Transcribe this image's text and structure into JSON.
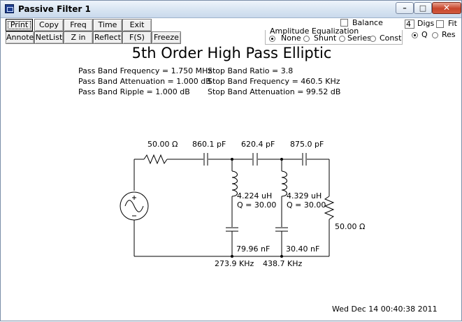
{
  "window": {
    "title": "Passive Filter 1",
    "controls": {
      "minimize": "–",
      "maximize": "□",
      "close": "✕"
    }
  },
  "toolbar": {
    "row1": [
      "Print",
      "Copy",
      "Freq",
      "Time",
      "Exit"
    ],
    "row2": [
      "Annote",
      "NetList",
      "Z in",
      "Reflect",
      "F(S)",
      "Freeze"
    ]
  },
  "options": {
    "balance_label": "Balance",
    "digits_value": "4",
    "digits_label": "Digs",
    "fit_label": "Fit",
    "q_label": "Q",
    "res_label": "Res",
    "selected_mode": "Q"
  },
  "amplitude_equalization": {
    "title": "Amplitude Equalization",
    "options": [
      "None",
      "Shunt",
      "Series",
      "Const"
    ],
    "selected": "None"
  },
  "filter": {
    "title": "5th Order High Pass Elliptic",
    "pass_band_frequency": "Pass Band Frequency = 1.750 MHz",
    "pass_band_attenuation": "Pass Band Attenuation = 1.000 dB",
    "pass_band_ripple": "Pass Band Ripple = 1.000 dB",
    "stop_band_ratio": "Stop Band Ratio = 3.8",
    "stop_band_frequency": "Stop Band Frequency = 460.5 KHz",
    "stop_band_attenuation": "Stop Band Attenuation = 99.52 dB"
  },
  "schematic": {
    "source_resistor": "50.00 Ω",
    "c1": "860.1 pF",
    "c2": "620.4 pF",
    "c3": "875.0 pF",
    "l1": "4.224 uH",
    "l1_q": "Q = 30.00",
    "l2": "4.329 uH",
    "l2_q": "Q = 30.00",
    "c4": "79.96 nF",
    "c5": "30.40 nF",
    "f1": "273.9 KHz",
    "f2": "438.7 KHz",
    "load_resistor": "50.00 Ω"
  },
  "timestamp": "Wed Dec 14 00:40:38 2011"
}
